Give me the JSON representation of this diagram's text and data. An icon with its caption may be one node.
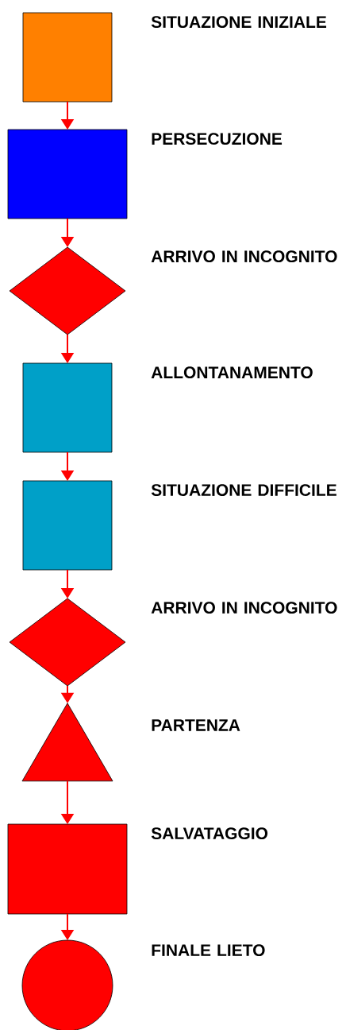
{
  "diagram": {
    "nodes": [
      {
        "text": [],
        "shape": "box",
        "beside": [
          "SITUAZIONE INIZIALE"
        ]
      },
      {
        "text": [],
        "shape": "box",
        "beside": [
          "PERSECUZIONE"
        ]
      },
      {
        "text": [],
        "shape": "diamond",
        "beside": [
          "ARRIVO IN INCOGNITO"
        ]
      },
      {
        "text": [],
        "shape": "box",
        "beside": [
          "ALLONTANAMENTO"
        ]
      },
      {
        "text": [],
        "shape": "box",
        "beside": [
          "SITUAZIONE DIFFICILE"
        ]
      },
      {
        "text": [],
        "shape": "diamond",
        "beside": [
          "ARRIVO IN INCOGNITO"
        ]
      },
      {
        "text": [],
        "shape": "triangle",
        "beside": [
          "PARTENZA"
        ]
      },
      {
        "text": [],
        "shape": "box",
        "beside": [
          "SALVATAGGIO"
        ]
      },
      {
        "text": [],
        "shape": "circle",
        "beside": [
          "FINALE LIETO"
        ]
      }
    ],
    "edges": [
      {
        "from": 0,
        "to": 1,
        "arrow": "to"
      },
      {
        "from": 1,
        "to": 2,
        "arrow": "to"
      },
      {
        "from": 2,
        "to": 3,
        "arrow": "to"
      },
      {
        "from": 3,
        "to": 4,
        "arrow": "to"
      },
      {
        "from": 4,
        "to": 5,
        "arrow": "to"
      },
      {
        "from": 5,
        "to": 6,
        "arrow": "to"
      },
      {
        "from": 6,
        "to": 7,
        "arrow": "to"
      },
      {
        "from": 7,
        "to": 8,
        "arrow": "to"
      }
    ]
  }
}
